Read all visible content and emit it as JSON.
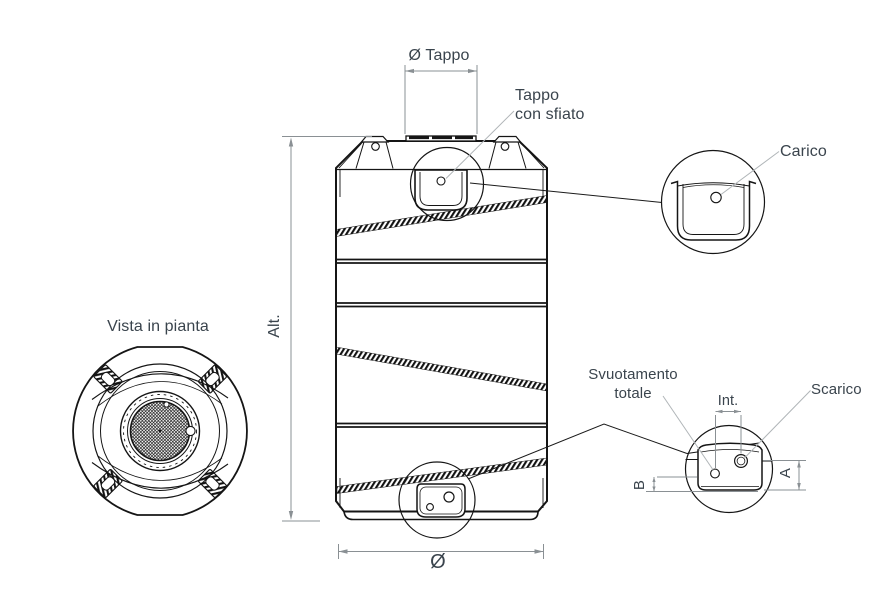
{
  "drawing": {
    "type": "technical-drawing",
    "subject": "vertical water storage tank - dimensioned views",
    "language": "it",
    "colors": {
      "background": "#ffffff",
      "line": "#151515",
      "text": "#3a444d",
      "dimension_line": "#8a9094",
      "label_leader": "#b0b5b8"
    }
  },
  "labels": {
    "plan_view_title": "Vista in pianta",
    "height_dim": "Alt.",
    "cap_diameter_dim": "Ø Tappo",
    "cap_with_vent": "Tappo\ncon sfiato",
    "fill_inlet": "Carico",
    "total_drain": "Svuotamento\ntotale",
    "drain_outlet": "Scarico",
    "interaxis_dim": "Int.",
    "dim_a": "A",
    "dim_b": "B",
    "diameter_dim": "Ø"
  }
}
